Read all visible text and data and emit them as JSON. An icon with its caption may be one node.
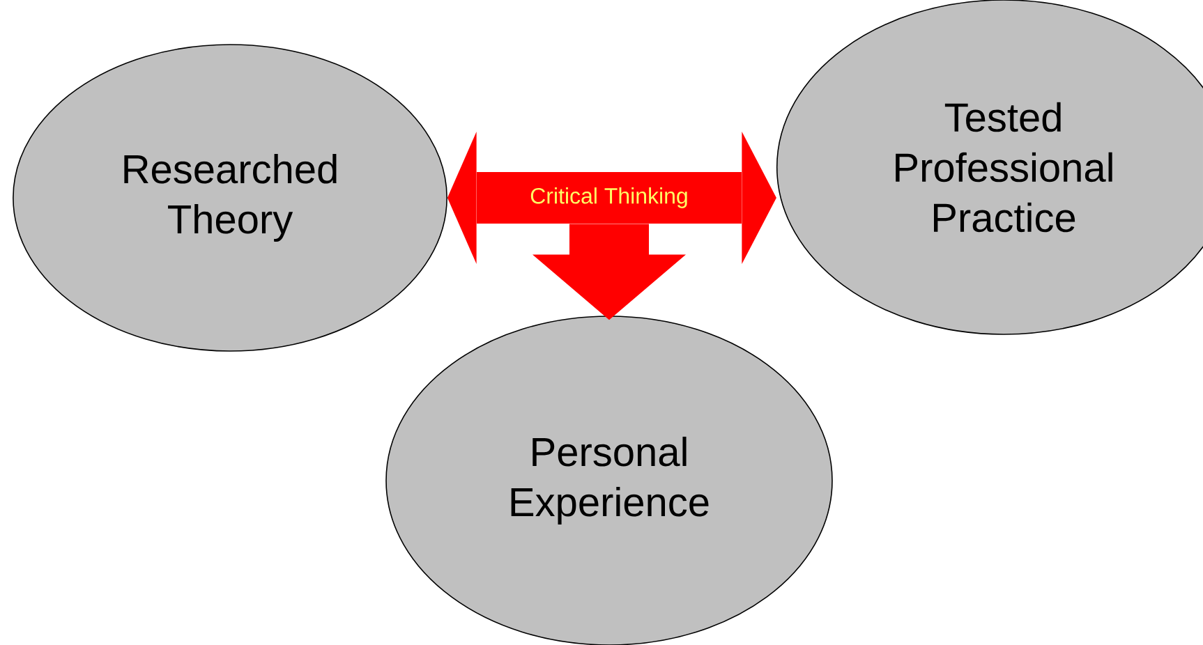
{
  "diagram": {
    "nodes": [
      {
        "text": [
          "Researched Theory"
        ]
      },
      {
        "text": [
          "Tested Professional Practice"
        ]
      },
      {
        "text": [
          "Personal Experience"
        ]
      },
      {
        "text": [
          "Critical Thinking"
        ]
      }
    ],
    "edges": [
      {
        "from": 3,
        "to": 0,
        "arrow": "to"
      },
      {
        "from": 3,
        "to": 1,
        "arrow": "to"
      },
      {
        "from": 3,
        "to": 2,
        "arrow": "to"
      }
    ]
  }
}
